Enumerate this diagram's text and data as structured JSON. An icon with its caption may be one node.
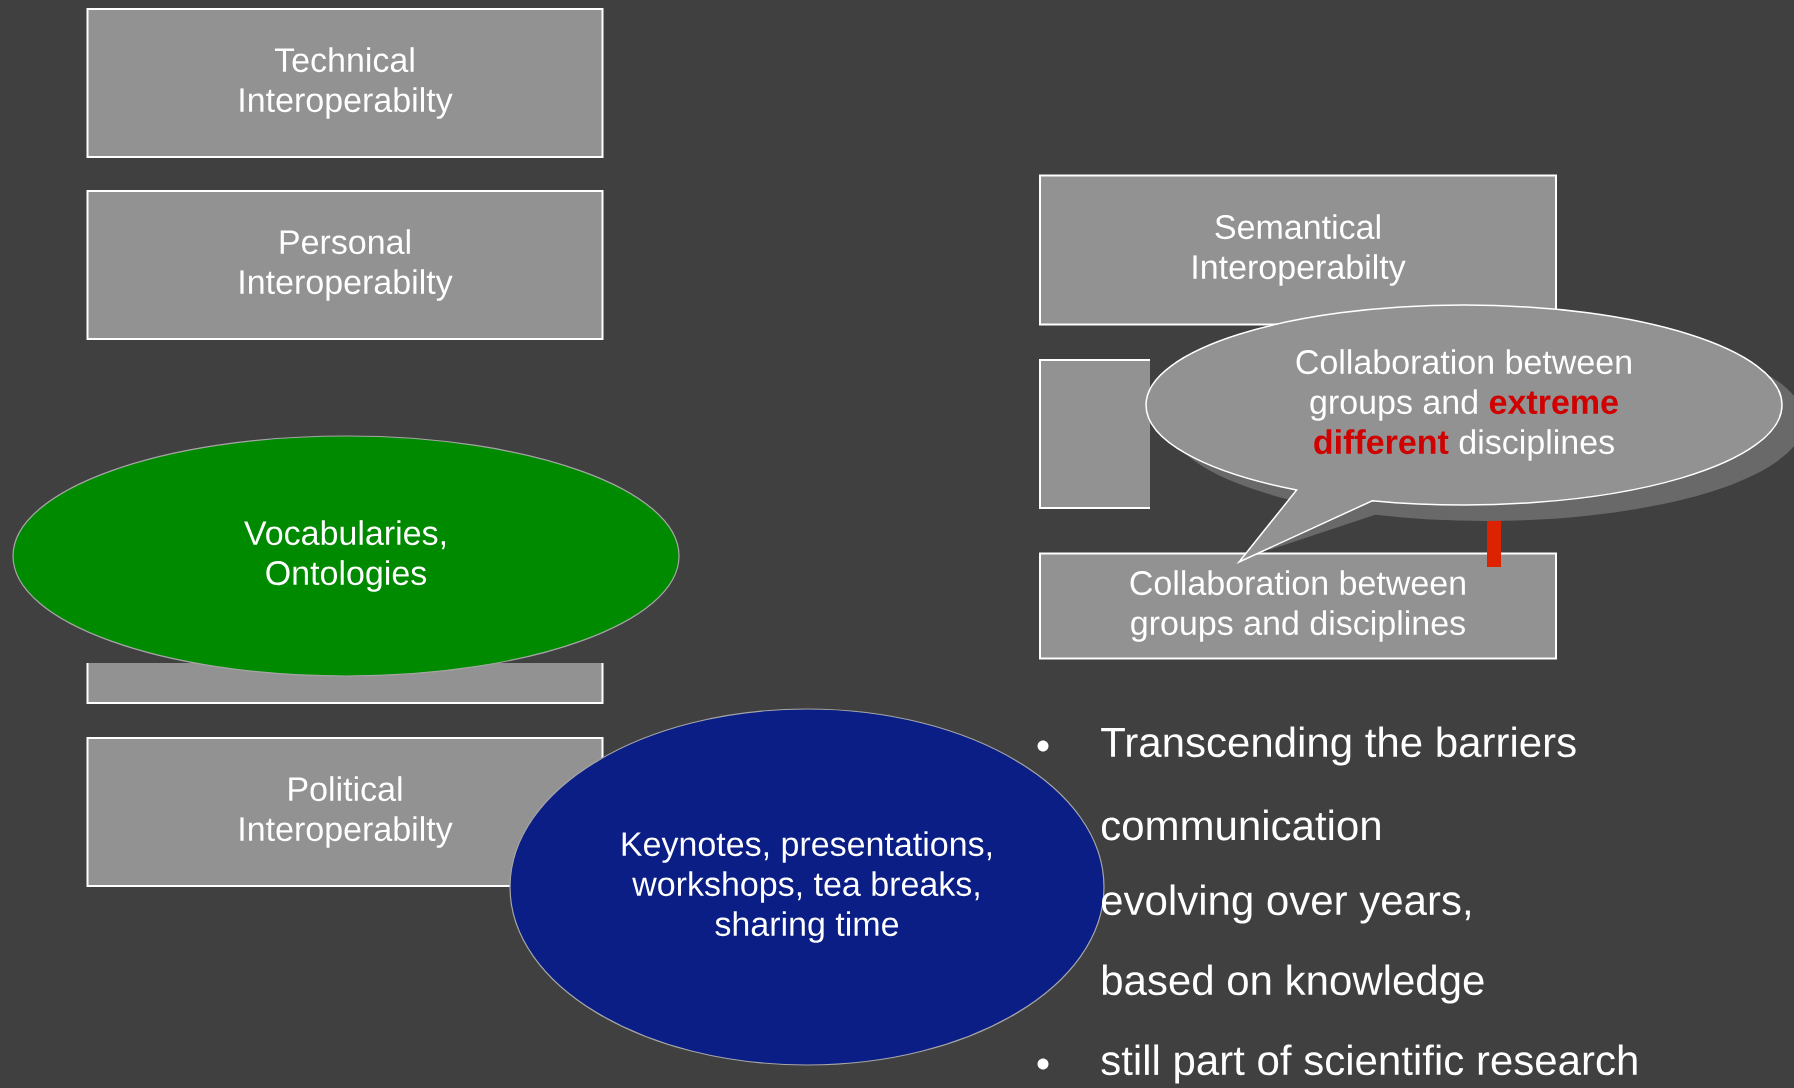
{
  "diagram": {
    "nodes": [
      {
        "text": [
          "Technical Interoperabilty"
        ]
      },
      {
        "text": [
          "Personal Interoperabilty"
        ]
      },
      {
        "text": [],
        "shape": "box"
      },
      {
        "text": [
          "Vocabularies, Ontologies"
        ]
      },
      {
        "text": [
          "Political Interoperabilty"
        ]
      },
      {
        "text": [
          "Keynotes, presentations, workshops, tea breaks, sharing time"
        ]
      },
      {
        "text": [
          "Semantical Interoperabilty"
        ]
      },
      {
        "text": [],
        "shape": "box"
      },
      {
        "text": [
          "Collaboration between groups and disciplines"
        ]
      },
      {
        "text": [
          "Collaboration between groups and **extreme different** disciplines"
        ]
      }
    ],
    "labels": [
      "Transcending the barriers",
      "communication",
      "evolving over years,",
      "based on knowledge",
      "still part of scientific research"
    ]
  }
}
